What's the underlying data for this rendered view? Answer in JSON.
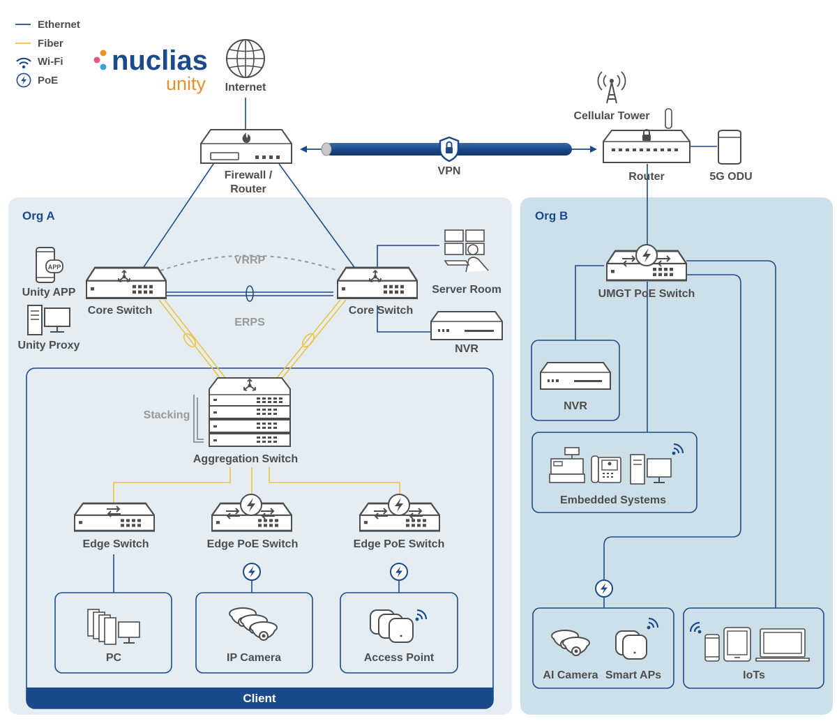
{
  "legend": {
    "ethernet": "Ethernet",
    "fiber": "Fiber",
    "wifi": "Wi-Fi",
    "poe": "PoE"
  },
  "brand": {
    "name": "nuclias",
    "sub": "unity"
  },
  "labels": {
    "internet": "Internet",
    "firewall_line1": "Firewall /",
    "firewall_line2": "Router",
    "vpn": "VPN",
    "cellular_tower": "Cellular Tower",
    "router": "Router",
    "odu": "5G ODU",
    "org_a": "Org A",
    "org_b": "Org B",
    "unity_app": "Unity APP",
    "unity_proxy": "Unity Proxy",
    "core_switch_left": "Core Switch",
    "core_switch_right": "Core Switch",
    "vrrp": "VRRP",
    "erps": "ERPS",
    "server_room": "Server Room",
    "nvr_a": "NVR",
    "stacking": "Stacking",
    "aggregation_switch": "Aggregation Switch",
    "edge_switch": "Edge Switch",
    "edge_poe_switch_1": "Edge PoE Switch",
    "edge_poe_switch_2": "Edge PoE Switch",
    "pc": "PC",
    "ip_camera": "IP Camera",
    "access_point": "Access Point",
    "client": "Client",
    "umgt_poe_switch": "UMGT PoE Switch",
    "nvr_b": "NVR",
    "embedded_systems": "Embedded Systems",
    "ai_camera": "AI Camera",
    "smart_aps": "Smart APs",
    "iots": "IoTs",
    "app_badge": "APP"
  },
  "colors": {
    "ethernet": "#1b4a8b",
    "fiber": "#f0c142",
    "org_a_bg": "#e3edf3",
    "org_b_bg": "#cde0ea",
    "brand_blue": "#1b4a8b",
    "brand_orange": "#e8912c"
  }
}
